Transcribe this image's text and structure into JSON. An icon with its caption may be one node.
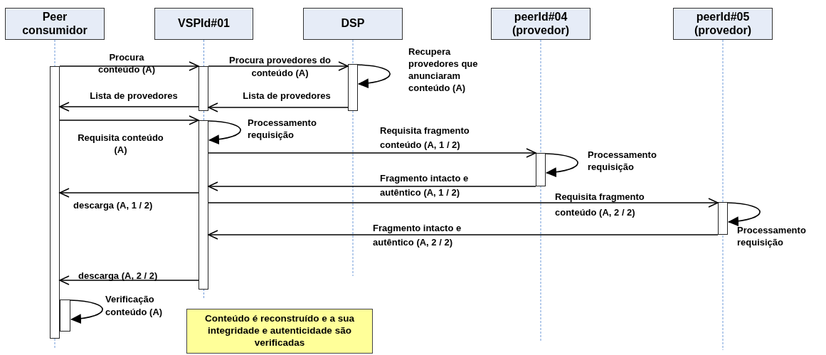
{
  "diagram": {
    "nodes": [
      {
        "text": [
          "Peer consumidor"
        ]
      },
      {
        "text": [
          "VSPId#01"
        ]
      },
      {
        "text": [
          "DSP"
        ]
      },
      {
        "text": [
          "peerId#04 (provedor)"
        ]
      },
      {
        "text": [
          "peerId#05 (provedor)"
        ]
      },
      {
        "text": [],
        "shape": "bar"
      },
      {
        "text": [],
        "shape": "bar"
      },
      {
        "text": [],
        "shape": "bar"
      },
      {
        "text": [],
        "shape": "bar"
      },
      {
        "text": [],
        "shape": "bar"
      },
      {
        "text": [],
        "shape": "bar"
      },
      {
        "text": [],
        "shape": "bar"
      },
      {
        "text": [
          "Conteúdo é reconstruído e a sua integridade e autenticidade são verificadas"
        ]
      }
    ],
    "edges": [
      {
        "from": 5,
        "to": 6,
        "arrow": "to",
        "label": "Procura conteúdo (A)"
      },
      {
        "from": 6,
        "to": 7,
        "arrow": "to",
        "label": "Procura provedores do conteúdo (A)"
      },
      {
        "from": 7,
        "to": 7,
        "arrow": "to",
        "label": "Recupera provedores que anunciaram conteúdo (A)"
      },
      {
        "from": 7,
        "to": 6,
        "arrow": "to",
        "label": "Lista de provedores"
      },
      {
        "from": 6,
        "to": 5,
        "arrow": "to",
        "label": "Lista de provedores"
      },
      {
        "from": 5,
        "to": 8,
        "arrow": "to",
        "label": "Requisita conteúdo (A)"
      },
      {
        "from": 8,
        "to": 8,
        "arrow": "to",
        "label": "Processamento requisição"
      },
      {
        "from": 8,
        "to": 9,
        "arrow": "to",
        "label": "Requisita fragmento conteúdo (A, 1 / 2)"
      },
      {
        "from": 9,
        "to": 9,
        "arrow": "to",
        "label": "Processamento requisição"
      },
      {
        "from": 9,
        "to": 8,
        "arrow": "to",
        "label": "Fragmento intacto e autêntico (A, 1 / 2)"
      },
      {
        "from": 8,
        "to": 5,
        "arrow": "to",
        "label": "descarga (A, 1 / 2)"
      },
      {
        "from": 8,
        "to": 10,
        "arrow": "to",
        "label": "Requisita fragmento conteúdo (A, 2 / 2)"
      },
      {
        "from": 10,
        "to": 10,
        "arrow": "to",
        "label": "Processamento requisição"
      },
      {
        "from": 10,
        "to": 8,
        "arrow": "to",
        "label": "Fragmento intacto e autêntico (A, 2 / 2)"
      },
      {
        "from": 8,
        "to": 5,
        "arrow": "to",
        "label": "descarga (A, 2 / 2)"
      },
      {
        "from": 11,
        "to": 11,
        "arrow": "to",
        "label": "Verificação conteúdo (A)"
      }
    ]
  }
}
